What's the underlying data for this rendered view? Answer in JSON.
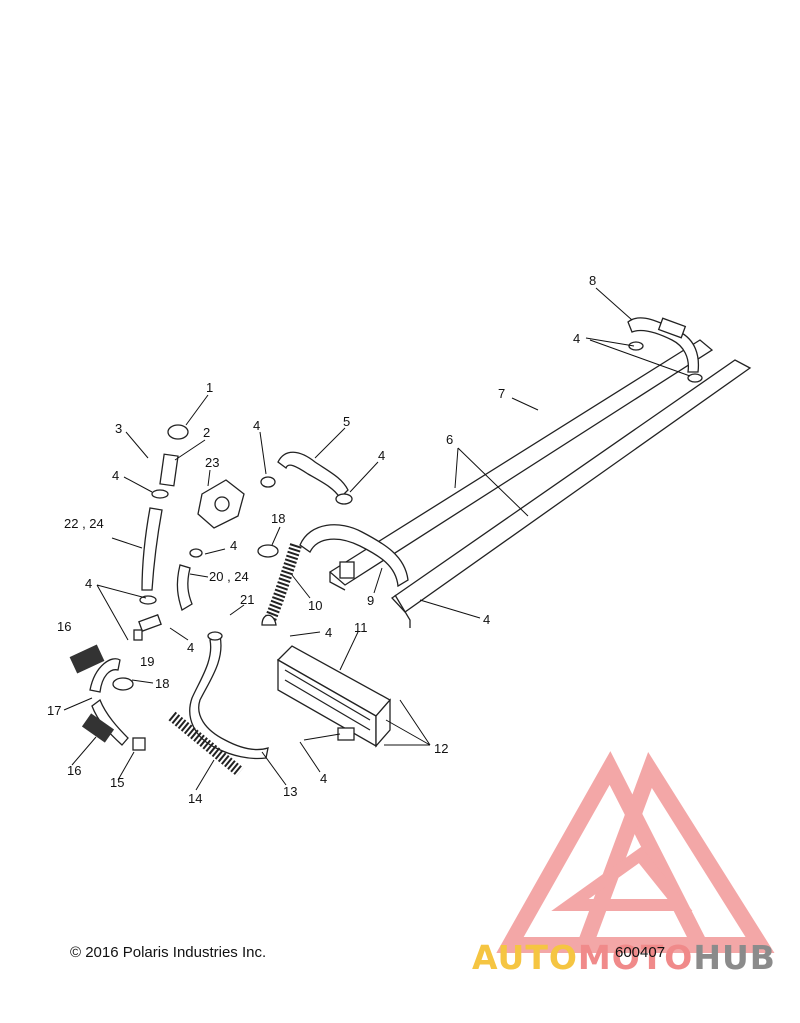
{
  "diagram": {
    "callouts": [
      {
        "id": "c1",
        "text": "1"
      },
      {
        "id": "c2",
        "text": "2"
      },
      {
        "id": "c3",
        "text": "3"
      },
      {
        "id": "c4a",
        "text": "4"
      },
      {
        "id": "c23",
        "text": "23"
      },
      {
        "id": "c4b",
        "text": "4"
      },
      {
        "id": "c5",
        "text": "5"
      },
      {
        "id": "c4c",
        "text": "4"
      },
      {
        "id": "c18a",
        "text": "18"
      },
      {
        "id": "c22",
        "text": "22 , 24"
      },
      {
        "id": "c4d",
        "text": "4"
      },
      {
        "id": "c20",
        "text": "20 , 24"
      },
      {
        "id": "c8",
        "text": "8"
      },
      {
        "id": "c4e",
        "text": "4"
      },
      {
        "id": "c7",
        "text": "7"
      },
      {
        "id": "c6",
        "text": "6"
      },
      {
        "id": "c10",
        "text": "10"
      },
      {
        "id": "c9",
        "text": "9"
      },
      {
        "id": "c4f",
        "text": "4"
      },
      {
        "id": "c21",
        "text": "21"
      },
      {
        "id": "c4g",
        "text": "4"
      },
      {
        "id": "c11",
        "text": "11"
      },
      {
        "id": "c4h",
        "text": "4"
      },
      {
        "id": "c16a",
        "text": "16"
      },
      {
        "id": "c4i",
        "text": "4"
      },
      {
        "id": "c19",
        "text": "19"
      },
      {
        "id": "c18b",
        "text": "18"
      },
      {
        "id": "c17",
        "text": "17"
      },
      {
        "id": "c16b",
        "text": "16"
      },
      {
        "id": "c15",
        "text": "15"
      },
      {
        "id": "c14",
        "text": "14"
      },
      {
        "id": "c13",
        "text": "13"
      },
      {
        "id": "c4j",
        "text": "4"
      },
      {
        "id": "c12",
        "text": "12"
      }
    ]
  },
  "footer": {
    "copyright": "© 2016 Polaris Industries Inc.",
    "part_number": "600407"
  },
  "watermark": {
    "part_a": "AUTO",
    "part_b": "MOTO",
    "part_c": "HUB",
    "colors": {
      "yellow": "#f5c542",
      "red": "#f08a8a",
      "gray": "#8b8b8b"
    }
  }
}
